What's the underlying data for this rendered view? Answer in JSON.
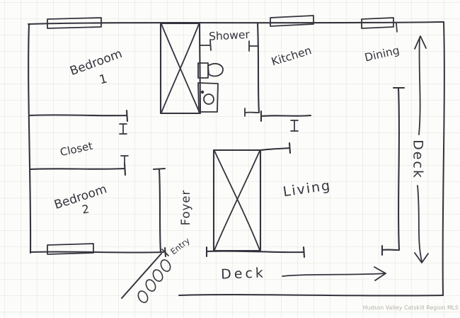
{
  "document": {
    "type": "hand-drawn floor plan sketch on graph paper"
  },
  "labels": {
    "bedroom1": "Bedroom",
    "bedroom1_number": "1",
    "closet": "Closet",
    "bedroom2": "Bedroom",
    "bedroom2_number": "2",
    "shower": "Shower",
    "kitchen": "Kitchen",
    "dining": "Dining",
    "living": "Living",
    "foyer": "Foyer",
    "deck_right": "Deck",
    "deck_bottom": "Deck",
    "entry": "Entry"
  },
  "fixtures": [
    "shower-stall-x-box",
    "toilet",
    "sink",
    "living-x-box",
    "window",
    "entry-steps"
  ],
  "watermark": "Hudson Valley Catskill Region MLS",
  "colors": {
    "ink": "#34343e",
    "paper": "#fcfcfa",
    "grid": "#e9ece4",
    "watermark": "#b3aea6"
  }
}
